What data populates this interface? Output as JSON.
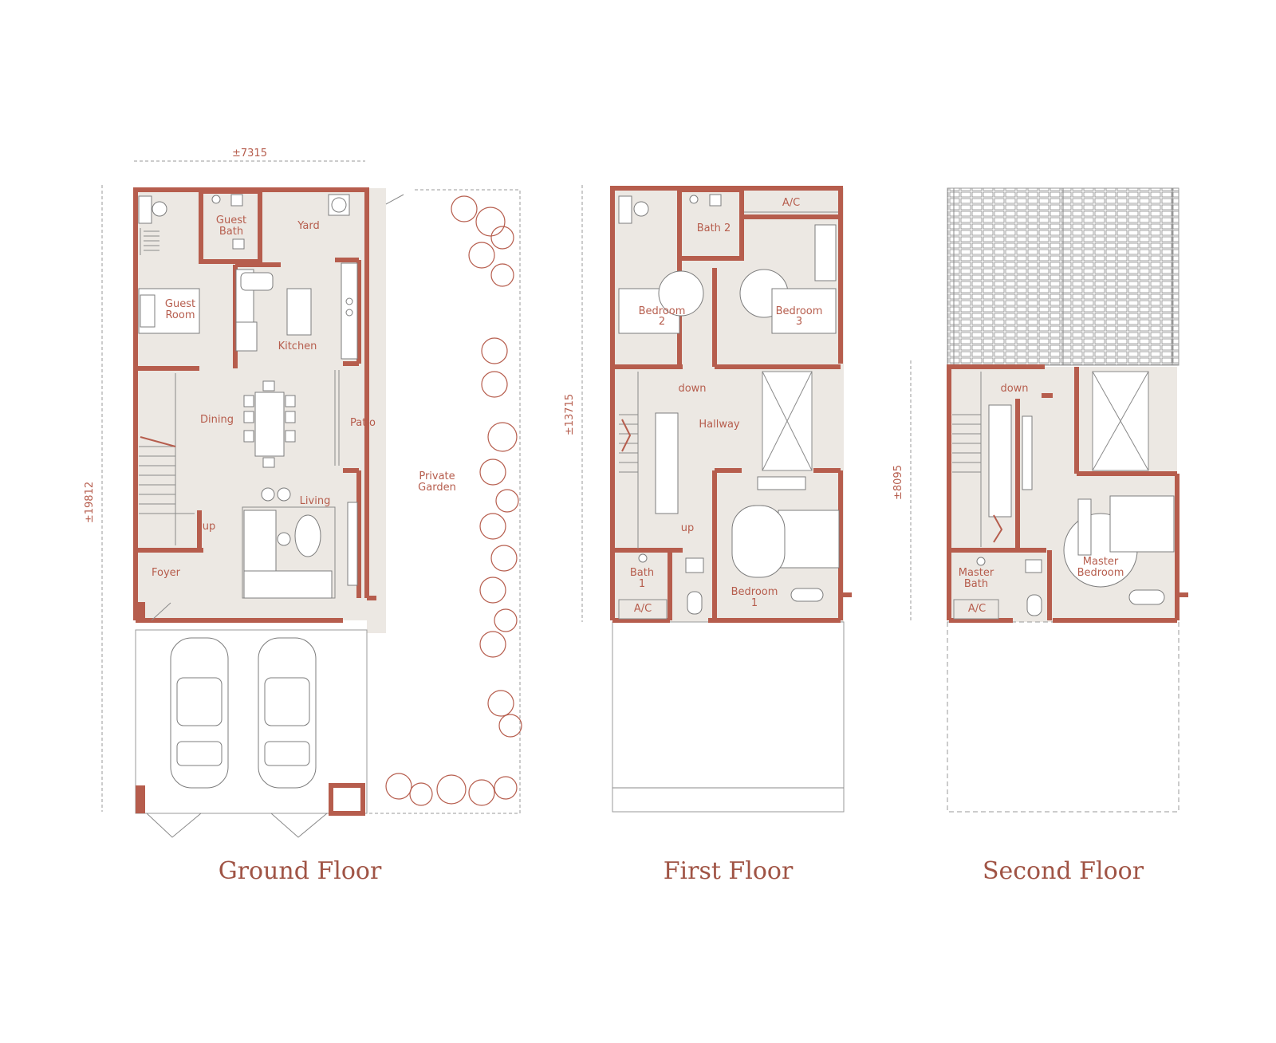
{
  "dimensions": {
    "ground_width": "±7315",
    "ground_depth": "±19812",
    "first_depth": "±13715",
    "second_depth": "±8095"
  },
  "ground_floor": {
    "title": "Ground Floor",
    "rooms": {
      "guest_bath": [
        "Guest",
        "Bath"
      ],
      "yard": "Yard",
      "guest_room": [
        "Guest",
        "Room"
      ],
      "kitchen": "Kitchen",
      "dining": "Dining",
      "patio": "Patio",
      "living": "Living",
      "up": "up",
      "foyer": "Foyer",
      "private_garden": [
        "Private",
        "Garden"
      ]
    }
  },
  "first_floor": {
    "title": "First Floor",
    "rooms": {
      "ac_top": "A/C",
      "bath2": "Bath 2",
      "bedroom2": [
        "Bedroom",
        "2"
      ],
      "bedroom3": [
        "Bedroom",
        "3"
      ],
      "down": "down",
      "hallway": "Hallway",
      "up": "up",
      "bath1": [
        "Bath",
        "1"
      ],
      "ac_bottom": "A/C",
      "bedroom1": [
        "Bedroom",
        "1"
      ]
    }
  },
  "second_floor": {
    "title": "Second Floor",
    "rooms": {
      "down": "down",
      "master_bath": [
        "Master",
        "Bath"
      ],
      "ac": "A/C",
      "master_bedroom": [
        "Master",
        "Bedroom"
      ]
    }
  },
  "colors": {
    "wall": "#b65d4d",
    "floor_fill": "#ece8e3",
    "title": "#a05445"
  }
}
